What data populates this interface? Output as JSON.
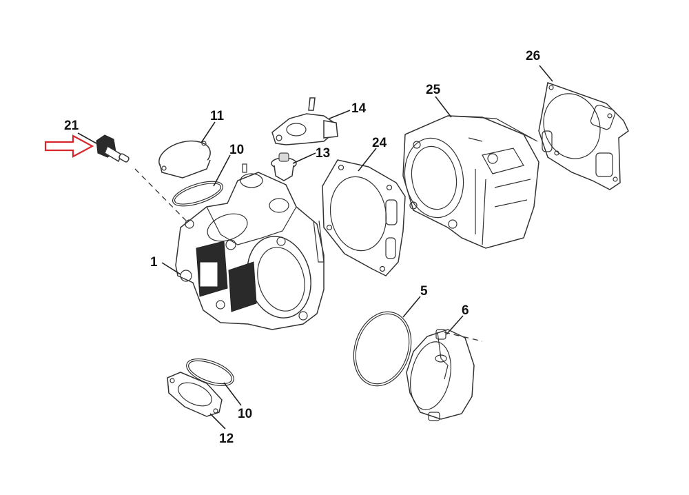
{
  "callouts": [
    {
      "id": "c1",
      "text": "1"
    },
    {
      "id": "c5",
      "text": "5"
    },
    {
      "id": "c6",
      "text": "6"
    },
    {
      "id": "c10a",
      "text": "10"
    },
    {
      "id": "c10b",
      "text": "10"
    },
    {
      "id": "c11",
      "text": "11"
    },
    {
      "id": "c12",
      "text": "12"
    },
    {
      "id": "c13",
      "text": "13"
    },
    {
      "id": "c14",
      "text": "14"
    },
    {
      "id": "c21",
      "text": "21"
    },
    {
      "id": "c24",
      "text": "24"
    },
    {
      "id": "c25",
      "text": "25"
    },
    {
      "id": "c26",
      "text": "26"
    }
  ],
  "highlight": {
    "target": "21",
    "color": "#d9262c"
  },
  "colors": {
    "line": "#222222",
    "background": "#ffffff"
  }
}
